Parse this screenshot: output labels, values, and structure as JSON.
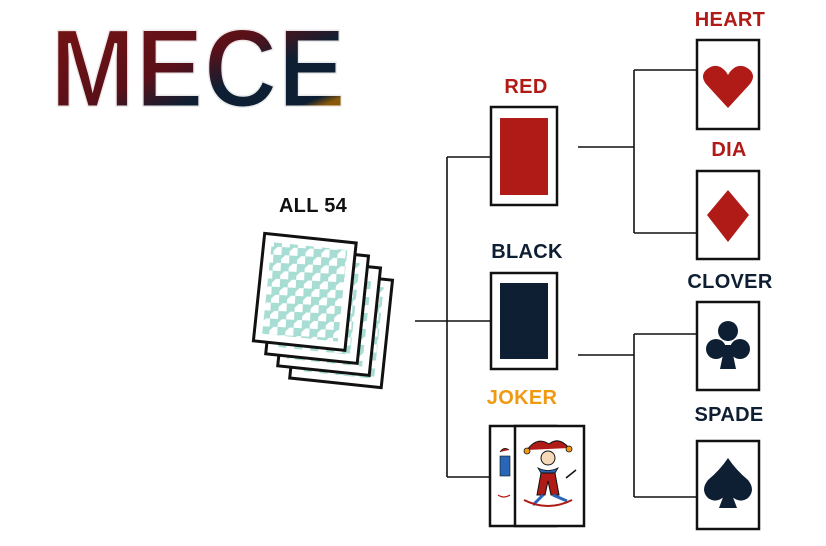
{
  "title": "MECE",
  "root": {
    "label": "ALL 54"
  },
  "level1": [
    {
      "label": "RED",
      "color": "#b01a17"
    },
    {
      "label": "BLACK",
      "color": "#0e1f33"
    },
    {
      "label": "JOKER",
      "color": "#f09a12"
    }
  ],
  "level2": [
    {
      "label": "HEART",
      "color": "#b01a17",
      "icon": "heart-icon",
      "glyph": "♥"
    },
    {
      "label": "DIA",
      "color": "#b01a17",
      "icon": "diamond-icon",
      "glyph": "♦"
    },
    {
      "label": "CLOVER",
      "color": "#0e1f33",
      "icon": "club-icon",
      "glyph": "♣"
    },
    {
      "label": "SPADE",
      "color": "#0e1f33",
      "icon": "spade-icon",
      "glyph": "♠"
    }
  ],
  "colors": {
    "red": "#b01a17",
    "navy": "#0e1f33",
    "joker": "#f09a12",
    "title_dark_red": "#6e1414",
    "title_gold": "#8a5a0a",
    "card_pattern": "#a8ddd3"
  }
}
